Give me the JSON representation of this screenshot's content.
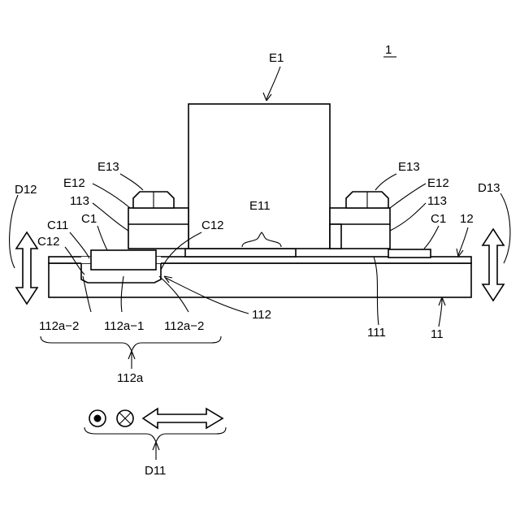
{
  "figure_ref": "1",
  "labels": {
    "E1": "E1",
    "E11": "E11",
    "E12_left": "E12",
    "E12_right": "E12",
    "E13_left": "E13",
    "E13_right": "E13",
    "n113_left": "113",
    "n113_right": "113",
    "C1_left": "C1",
    "C1_right": "C1",
    "C11": "C11",
    "C12_left": "C12",
    "C12_center": "C12",
    "D12": "D12",
    "D13": "D13",
    "n12": "12",
    "n11": "11",
    "n111": "111",
    "n112": "112",
    "n112a2_left": "112a−2",
    "n112a1": "112a−1",
    "n112a2_right": "112a−2",
    "n112a": "112a",
    "D11": "D11"
  }
}
